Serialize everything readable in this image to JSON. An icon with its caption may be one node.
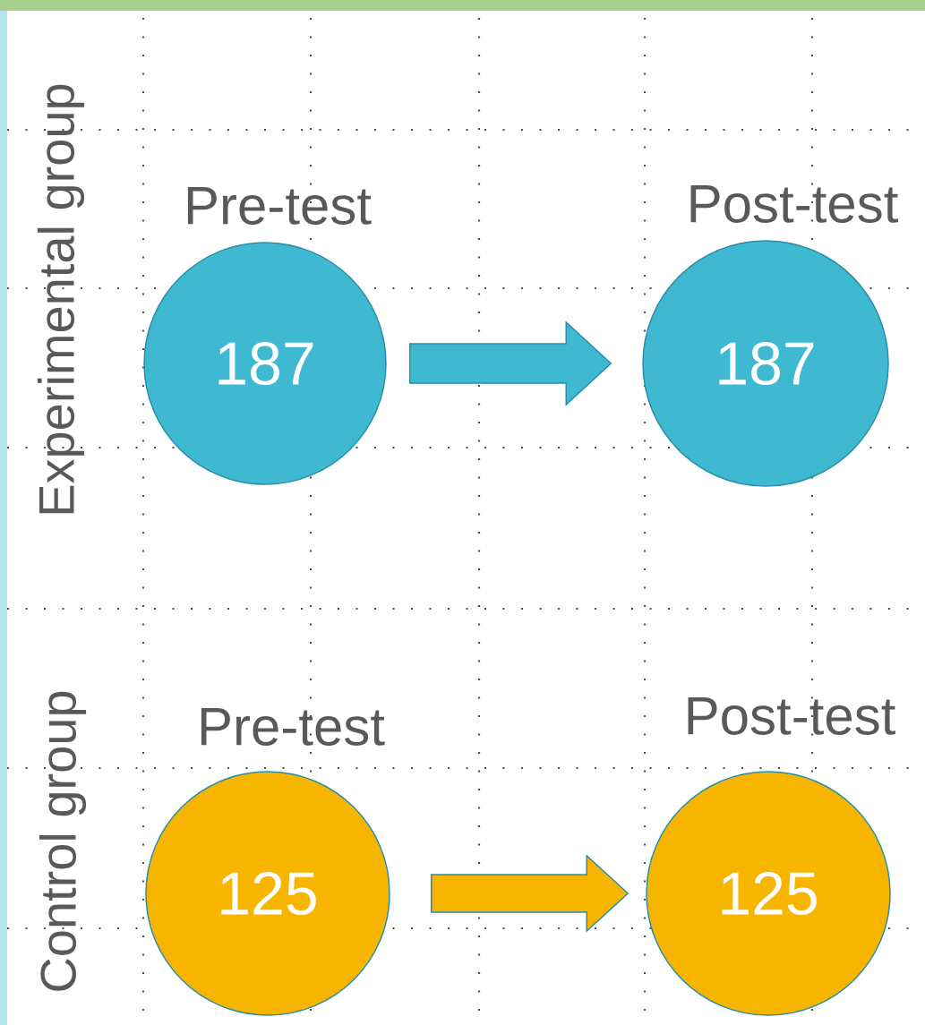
{
  "diagram": {
    "nodes": [
      {
        "text": [
          "187"
        ],
        "beside": [
          "Pre-test"
        ]
      },
      {
        "text": [
          "187"
        ],
        "beside": [
          "Post-test"
        ]
      },
      {
        "text": [
          "125"
        ],
        "beside": [
          "Pre-test"
        ]
      },
      {
        "text": [
          "125"
        ],
        "beside": [
          "Post-test"
        ]
      }
    ],
    "edges": [
      {
        "from": 0,
        "to": 1,
        "arrow": "to"
      },
      {
        "from": 2,
        "to": 3,
        "arrow": "to"
      }
    ],
    "labels": [
      "Experimental group",
      "Control group"
    ]
  }
}
